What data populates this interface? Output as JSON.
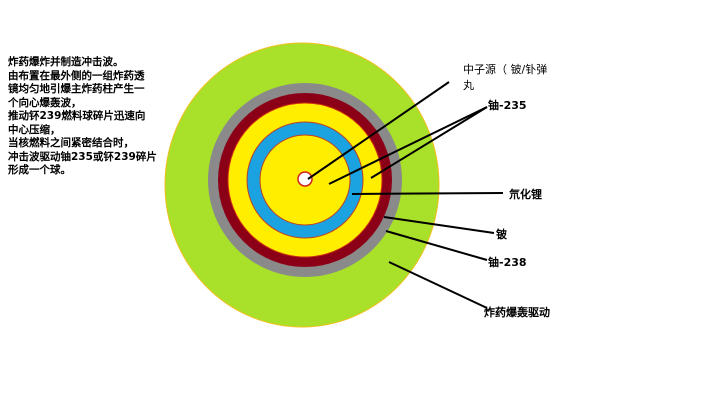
{
  "description": "炸药爆炸并制造冲击波。\n由布置在最外侧的一组炸药透\n镜均匀地引爆主炸药柱产生一\n个向心爆轰波，\n推动钚239燃料球碎片迅速向\n中心压缩，\n当核燃料之间紧密结合时，\n冲击波驱动铀235或钚239碎片\n形成一个球。",
  "labels": {
    "neutron_source": "中子源（ 铍/钋弹\n丸",
    "u235": "铀-235",
    "lithium_deuteride": "氘化锂",
    "beryllium": "铍",
    "u238": "铀-238",
    "explosive": "炸药爆轰驱动"
  },
  "colors": {
    "explosive": "#a8e02a",
    "u238": "#8a8a8a",
    "beryllium": "#8b0016",
    "fuel": "#ffee00",
    "lithium_deuteride": "#1aa3e0",
    "core": "#ffffff"
  }
}
